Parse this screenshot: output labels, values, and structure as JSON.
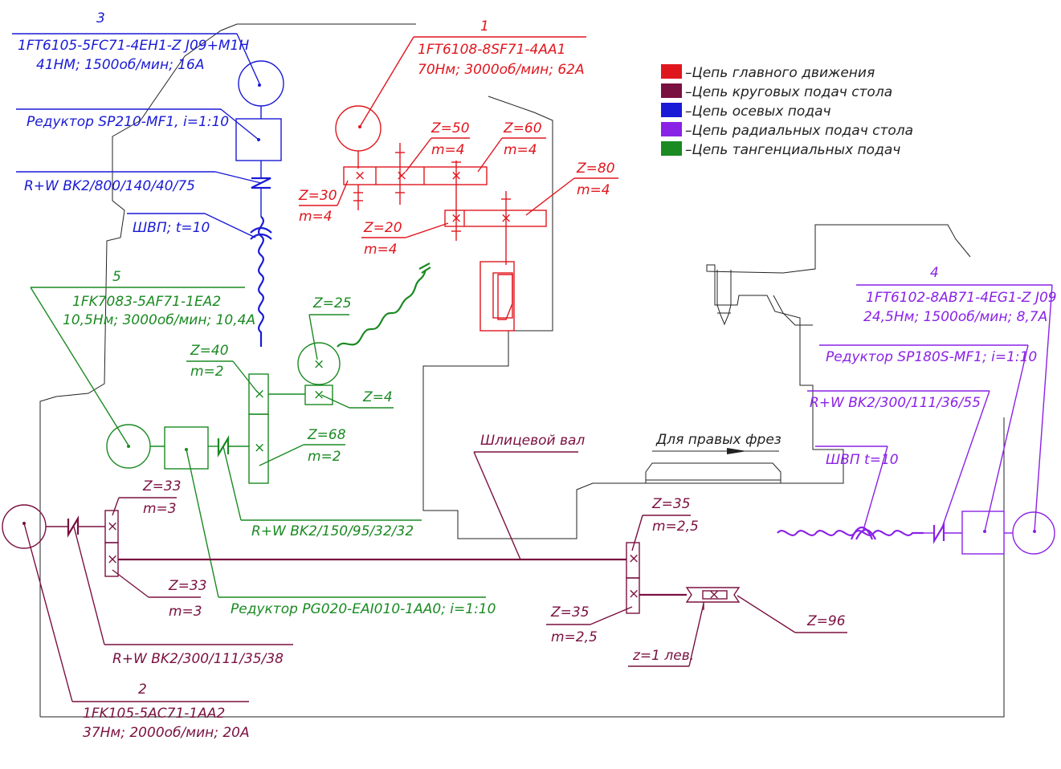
{
  "colors": {
    "main": "#e0161e",
    "circular": "#7a1040",
    "axial": "#1a1ad6",
    "radial": "#8a22e6",
    "tangential": "#1a8a22",
    "frame": "#222222"
  },
  "legend": [
    {
      "color": "#e0161e",
      "label": "–Цепь главного движения"
    },
    {
      "color": "#7a1040",
      "label": "–Цепь круговых подач стола"
    },
    {
      "color": "#1a1ad6",
      "label": "–Цепь осевых подач"
    },
    {
      "color": "#8a22e6",
      "label": "–Цепь радиальных подач стола"
    },
    {
      "color": "#1a8a22",
      "label": "–Цепь тангенциальных подач"
    }
  ],
  "motor1": {
    "number": "1",
    "model": "1FT6108-8SF71-4AA1",
    "spec": "70Нм; 3000об/мин; 62А"
  },
  "motor2": {
    "number": "2",
    "model": "1FK105-5AC71-1AA2",
    "spec": "37Нм; 2000об/мин; 20А"
  },
  "motor3": {
    "number": "3",
    "model": "1FT6105-5FC71-4EH1-Z J09+M1H",
    "spec": "41НМ; 1500об/мин; 16А"
  },
  "motor4": {
    "number": "4",
    "model": "1FT6102-8AB71-4EG1-Z J09",
    "spec": "24,5Нм; 1500об/мин; 8,7А"
  },
  "motor5": {
    "number": "5",
    "model": "1FK7083-5AF71-1EA2",
    "spec": "10,5Нм; 3000об/мин; 10,4А"
  },
  "axial": {
    "reducer": "Редуктор SP210-MF1, i=1:10",
    "coupling": "R+W BK2/800/140/40/75",
    "screw": "ШВП; t=10"
  },
  "radial": {
    "reducer": "Редуктор SP180S-MF1; i=1:10",
    "coupling": "R+W BK2/300/111/36/55",
    "screw": "ШВП t=10"
  },
  "tangential": {
    "coupling": "R+W BK2/150/95/32/32",
    "reducer": "Редуктор PG020-EAI010-1AA0; i=1:10",
    "z25": "Z=25",
    "z4": "Z=4",
    "z40": "Z=40",
    "m40": "m=2",
    "z68": "Z=68",
    "m68": "m=2"
  },
  "main": {
    "z30": "Z=30",
    "m30": "m=4",
    "z50": "Z=50",
    "m50": "m=4",
    "z60": "Z=60",
    "m60": "m=4",
    "z80": "Z=80",
    "m80": "m=4",
    "z20": "Z=20",
    "m20": "m=4"
  },
  "circular": {
    "z33a": "Z=33",
    "m33a": "m=3",
    "z33b": "Z=33",
    "m33b": "m=3",
    "coupling": "R+W BK2/300/111/35/38",
    "spline": "Шлицевой вал",
    "z35a": "Z=35",
    "m35a": "m=2,5",
    "z35b": "Z=35",
    "m35b": "m=2,5",
    "z96": "Z=96",
    "worm": "z=1 лев."
  },
  "cutter": "Для правых фрез"
}
